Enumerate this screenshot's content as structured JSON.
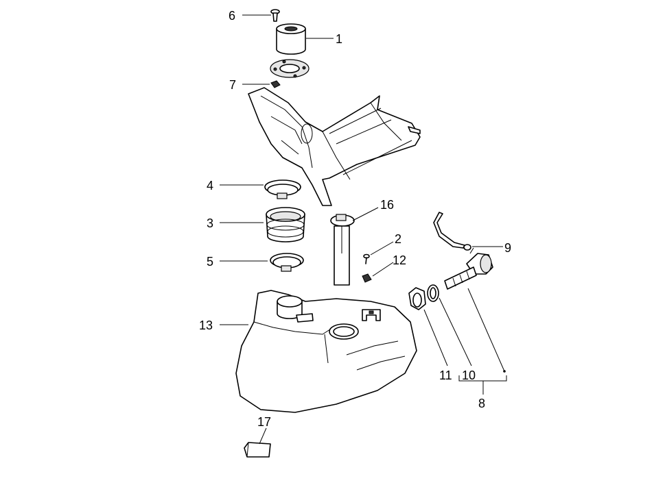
{
  "diagram": {
    "labels": {
      "l1": "1",
      "l2": "2",
      "l3": "3",
      "l4": "4",
      "l5": "5",
      "l6": "6",
      "l7": "7",
      "l8": "8",
      "l9": "9",
      "l10": "10",
      "l11": "11",
      "l12": "12",
      "l13": "13",
      "l16": "16",
      "l17": "17"
    }
  }
}
